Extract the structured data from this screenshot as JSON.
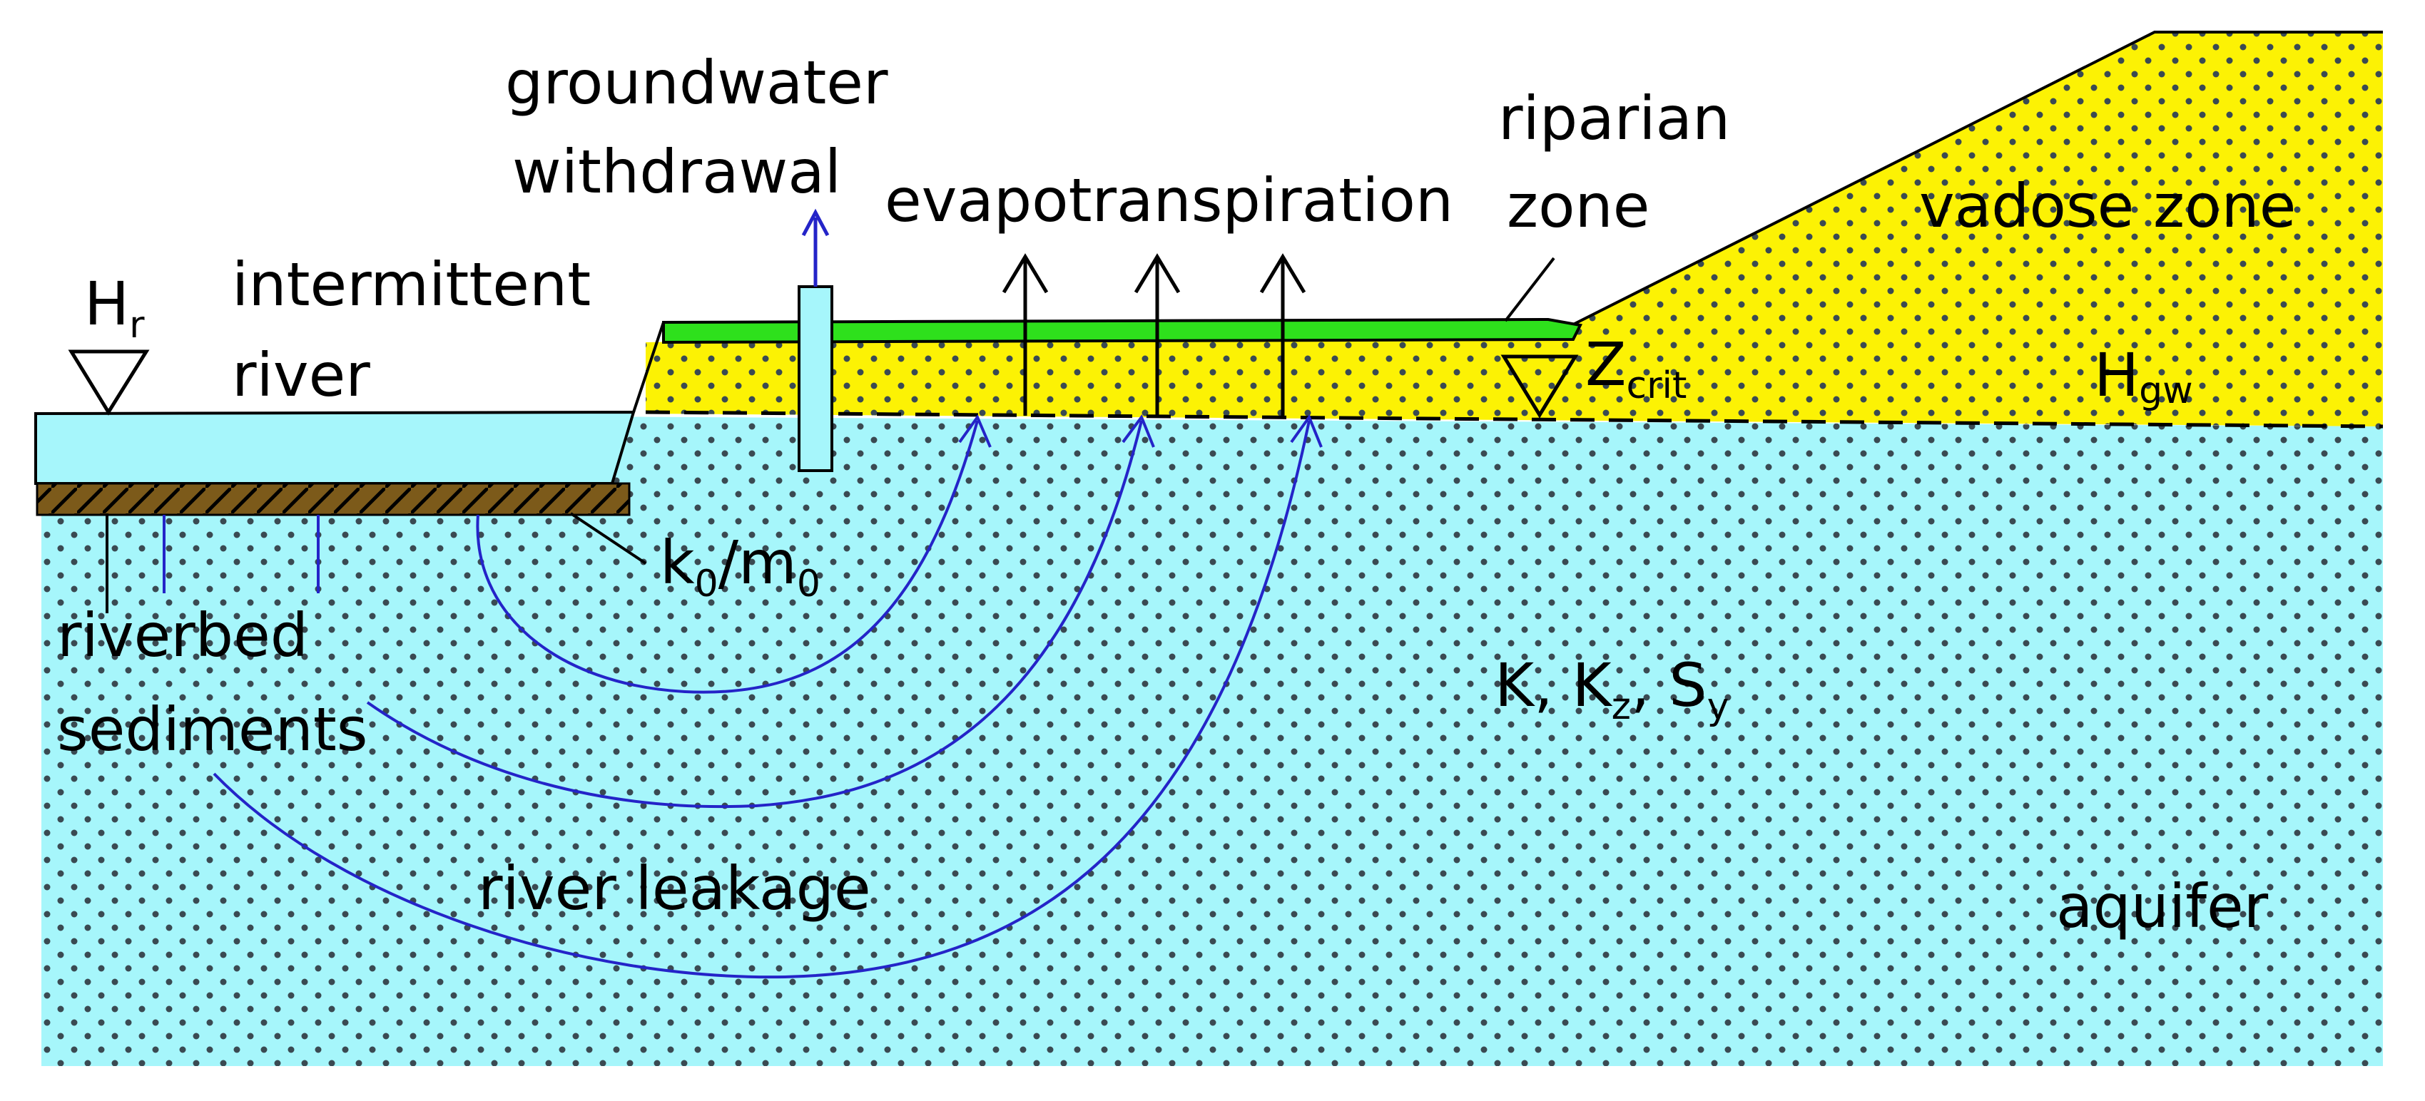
{
  "labels": {
    "hr_main": "H",
    "hr_sub": "r",
    "intermittent": "intermittent",
    "river": "river",
    "groundwater": "groundwater",
    "withdrawal": "withdrawal",
    "evapotranspiration": "evapotranspiration",
    "riparian": "riparian",
    "zone": "zone",
    "vadose_zone": "vadose zone",
    "zcrit_main": "Z",
    "zcrit_sub": "crit",
    "hgw_main": "H",
    "hgw_sub": "gw",
    "k0": "k",
    "k0_sub": "0",
    "slash": "/m",
    "m0_sub": "0",
    "riverbed": "riverbed",
    "sediments": "sediments",
    "params_k": "K, K",
    "params_kz_sub": "z",
    "params_sep": ", S",
    "params_sy_sub": "y",
    "river_leakage": "river leakage",
    "aquifer": "aquifer"
  },
  "colors": {
    "aquifer": "#a6f6fb",
    "river_water": "#a6f6fb",
    "vadose": "#fcf204",
    "riparian_vegetation": "#2ee01c",
    "riverbed": "#7c5a1a",
    "flow_lines": "#2424c8",
    "outline": "#000000",
    "dots": "#3a4a52"
  },
  "icons": {
    "water_level_marker": "inverted-triangle-icon",
    "flux_arrow": "up-arrow-icon"
  }
}
